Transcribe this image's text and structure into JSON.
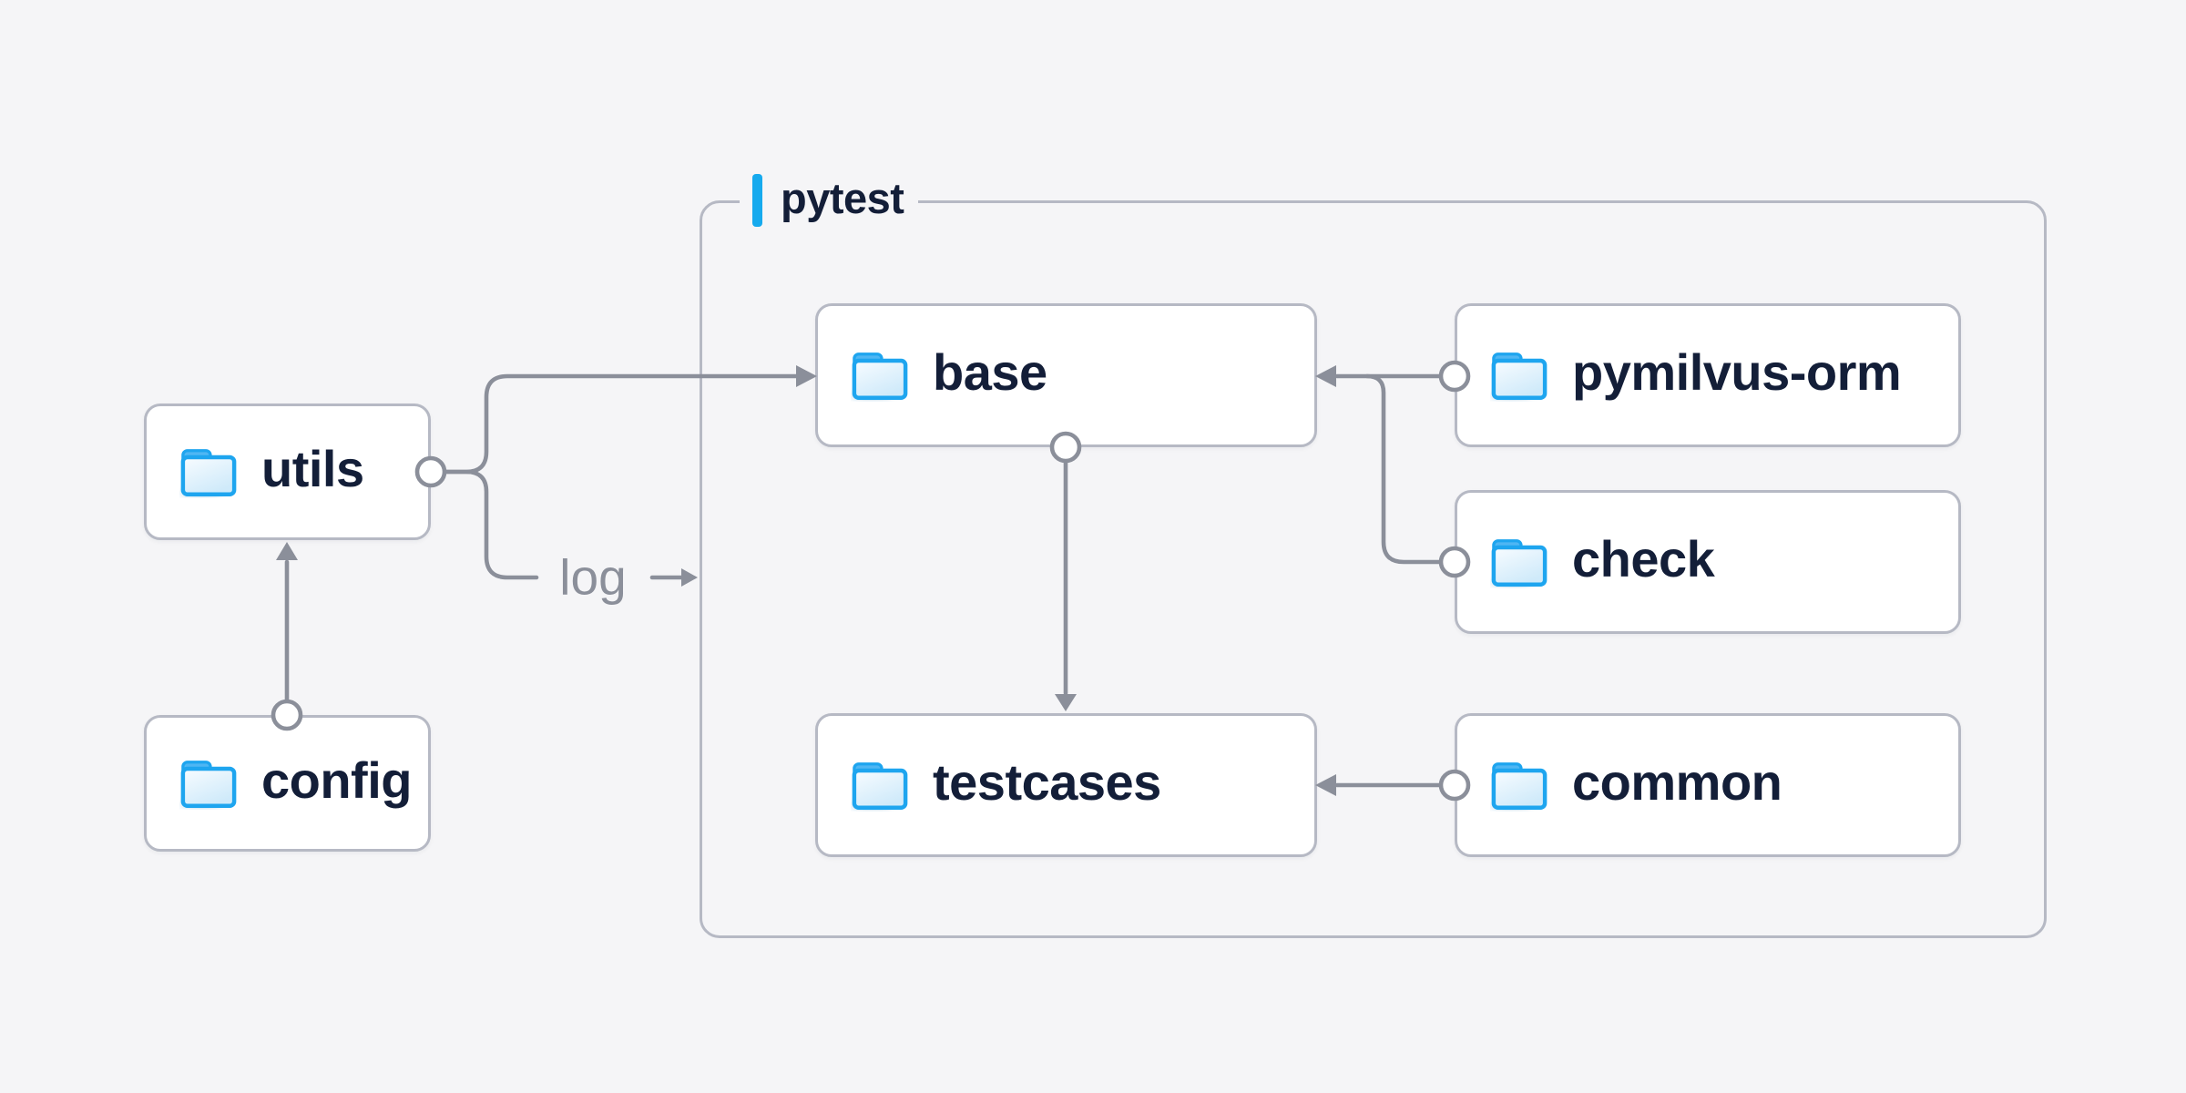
{
  "diagram": {
    "group": {
      "label": "pytest"
    },
    "nodes": {
      "utils": {
        "label": "utils"
      },
      "config": {
        "label": "config"
      },
      "base": {
        "label": "base"
      },
      "pymilvus_orm": {
        "label": "pymilvus-orm"
      },
      "check": {
        "label": "check"
      },
      "testcases": {
        "label": "testcases"
      },
      "common": {
        "label": "common"
      }
    },
    "edge_label": "log",
    "edges": [
      {
        "from": "config",
        "to": "utils"
      },
      {
        "from": "utils",
        "to": "base"
      },
      {
        "from": "utils",
        "to": "log"
      },
      {
        "from": "base",
        "to": "testcases"
      },
      {
        "from": "pymilvus-orm",
        "to": "base"
      },
      {
        "from": "check",
        "to": "base"
      },
      {
        "from": "common",
        "to": "testcases"
      }
    ],
    "colors": {
      "background": "#f5f5f7",
      "node_fill": "#ffffff",
      "node_border": "#b6b9c4",
      "group_border": "#b6b9c4",
      "connector": "#8b8f9a",
      "label_text": "#131e38",
      "edge_label_text": "#8b8f9a",
      "accent": "#16aaee",
      "folder_stroke": "#1ea5ef",
      "folder_tab": "#4fb6f3"
    }
  }
}
